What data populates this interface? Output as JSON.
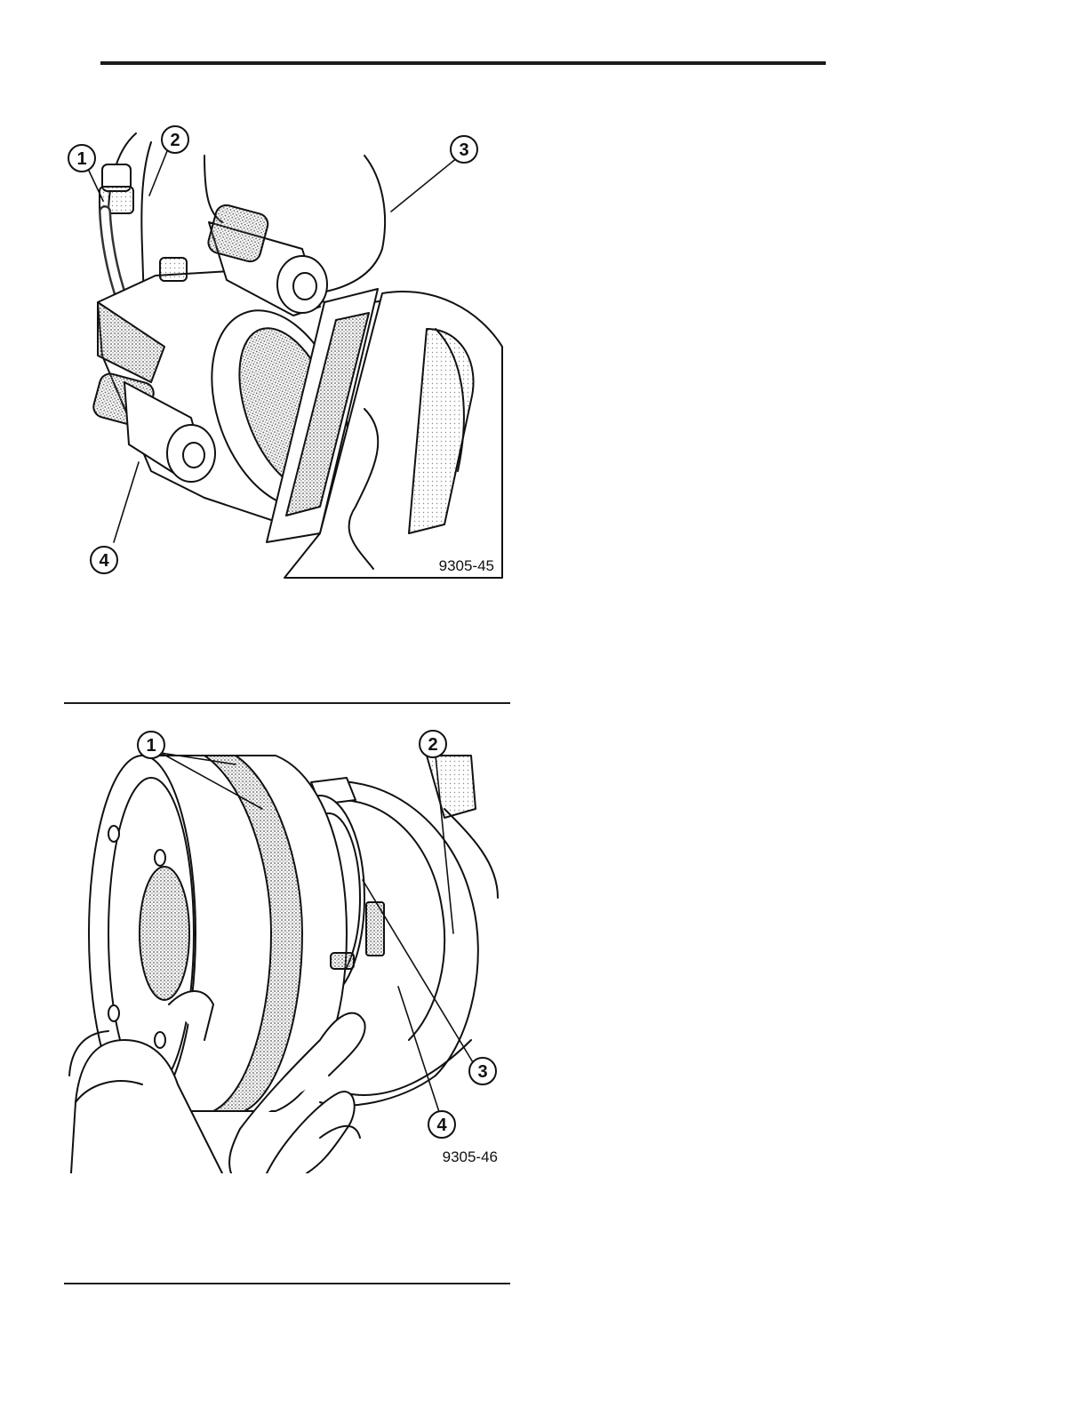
{
  "figure_1": {
    "code": "9305-45",
    "callouts": [
      "1",
      "2",
      "3",
      "4"
    ]
  },
  "figure_2": {
    "code": "9305-46",
    "callouts": [
      "1",
      "2",
      "3",
      "4"
    ]
  }
}
